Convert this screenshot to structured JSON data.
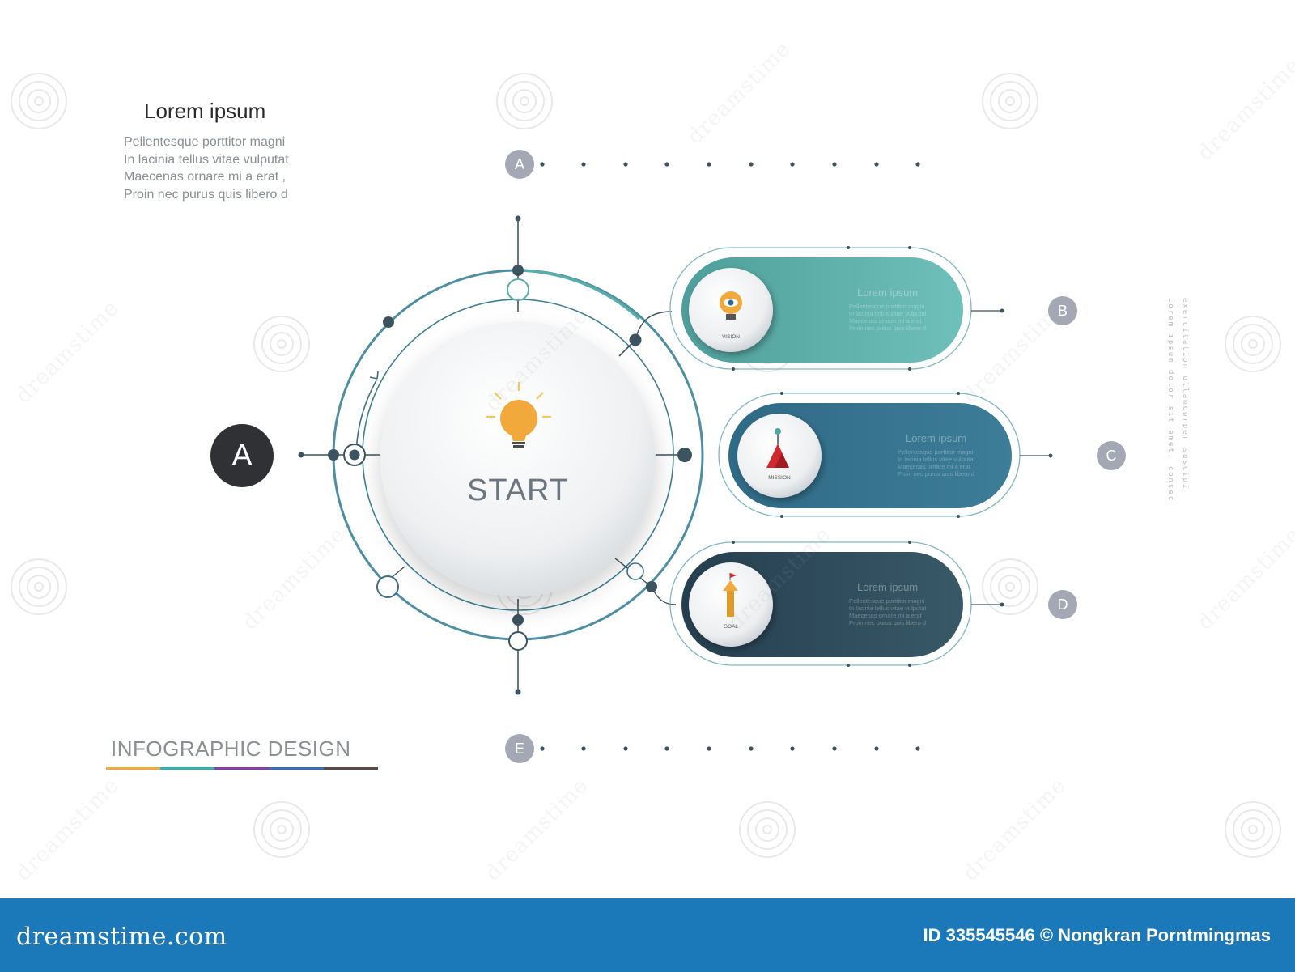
{
  "intro": {
    "title": "Lorem ipsum",
    "lines": [
      "Pellentesque porttitor magni",
      "In lacinia tellus vitae vulputat",
      "Maecenas ornare mi a erat ,",
      "Proin nec purus quis libero d"
    ]
  },
  "center": {
    "label": "START",
    "icon": "lightbulb-icon"
  },
  "start_badge": "A",
  "timeline_top": {
    "badge": "A"
  },
  "timeline_bottom": {
    "badge": "E"
  },
  "steps": [
    {
      "badge": "B",
      "title": "Lorem ipsum",
      "icon": "vision-lightbulb-eye-icon",
      "icon_label": "VISION",
      "lines": [
        "Pellentesque porttitor magni",
        "In lacinia tellus vitae vulputat",
        "Maecenas ornare mi a erat",
        "Proin nec purus quis libero d"
      ],
      "color": "#5fb0ab"
    },
    {
      "badge": "C",
      "title": "Lorem ipsum",
      "icon": "mission-mountain-icon",
      "icon_label": "MISSION",
      "lines": [
        "Pellentesque porttitor magni",
        "In lacinia tellus vitae vulputat",
        "Maecenas ornare mi a erat",
        "Proin nec purus quis libero d"
      ],
      "color": "#3a7893"
    },
    {
      "badge": "D",
      "title": "Lorem ipsum",
      "icon": "goal-arrow-flag-icon",
      "icon_label": "GOAL",
      "lines": [
        "Pellentesque porttitor magni",
        "In lacinia tellus vitae vulputat",
        "Maecenas ornare mi a erat",
        "Proin nec purus quis libero d"
      ],
      "color": "#2f5063"
    }
  ],
  "side_text": {
    "col1": "Lorem ipsum dolor sit amet, consec",
    "col2": "exercitation ullamcorper suscipi"
  },
  "footer": {
    "title": "INFOGRAPHIC DESIGN",
    "rule_colors": [
      "#f2a93b",
      "#2fb3ac",
      "#8a3fa6",
      "#3a6fb5",
      "#5b4a45"
    ]
  },
  "watermark": {
    "brand": "dreamstime.com",
    "credit": "ID 335545546 © Nongkran Porntmingmas",
    "tile_text": "dreamstime"
  },
  "colors": {
    "badge_gray": "#a3a8b4",
    "badge_dark": "#2f3134",
    "ring": "#3b7f95",
    "dot": "#3c5360",
    "bulb": "#f2a93b",
    "footer_bar": "#1c79b9"
  }
}
